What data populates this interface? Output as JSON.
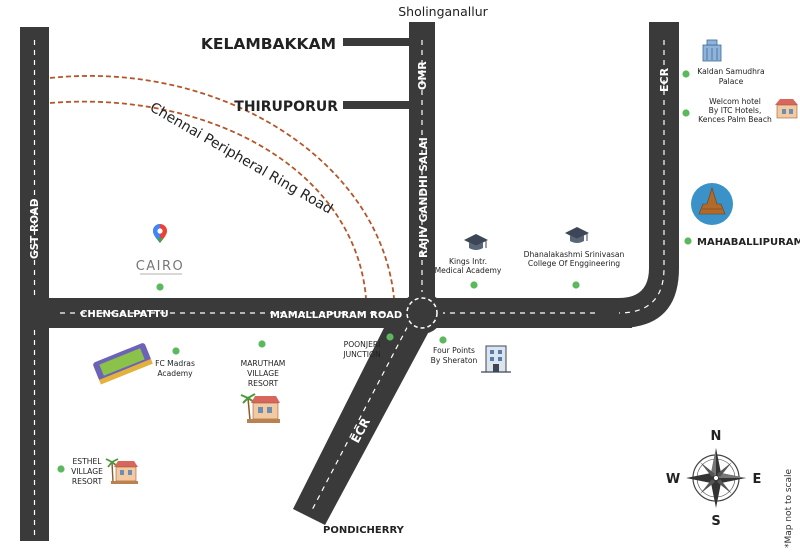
{
  "map": {
    "top_label": "Sholinganallur",
    "kelambakkam": "KELAMBAKKAM",
    "thiruporur": "THIRUPORUR",
    "ring_road": "Chennai Peripheral Ring Road",
    "omr": "OMR",
    "rajiv_gandhi_salai": "RAJIV GANDHI SALAI",
    "gst_road": "GST ROAD",
    "ecr_right": "ECR",
    "ecr_diag": "ECR",
    "chengalpattu": "CHENGALPATTU",
    "mamallapuram_road": "MAMALLAPURAM ROAD",
    "pondicherry": "PONDICHERRY",
    "mahaballipuram": "MAHABALLIPURAM",
    "map_note": "*Map not to scale"
  },
  "places": {
    "cairo": "CAIRO",
    "kaldan_1": "Kaldan Samudhra",
    "kaldan_2": "Palace",
    "welcom_1": "Welcom hotel",
    "welcom_2": "By ITC Hotels,",
    "welcom_3": "Kences Palm Beach",
    "kings_1": "Kings Intr.",
    "kings_2": "Medical Academy",
    "dhana_1": "Dhanalakashmi Srinivasan",
    "dhana_2": "College Of Enggineering",
    "fc_1": "FC Madras",
    "fc_2": "Academy",
    "maru_1": "MARUTHAM",
    "maru_2": "VILLAGE",
    "maru_3": "RESORT",
    "poon_1": "POONJERI",
    "poon_2": "JUNCTION",
    "four_1": "Four Points",
    "four_2": "By Sheraton",
    "esthel_1": "ESTHEL",
    "esthel_2": "VILLAGE",
    "esthel_3": "RESORT"
  },
  "compass": {
    "n": "N",
    "s": "S",
    "e": "E",
    "w": "W"
  },
  "colors": {
    "road": "#3a3a3a",
    "ring_road": "#b5562a",
    "marker": "#5cb85c",
    "pin_red": "#ea4335",
    "pin_blue": "#4285f4"
  }
}
